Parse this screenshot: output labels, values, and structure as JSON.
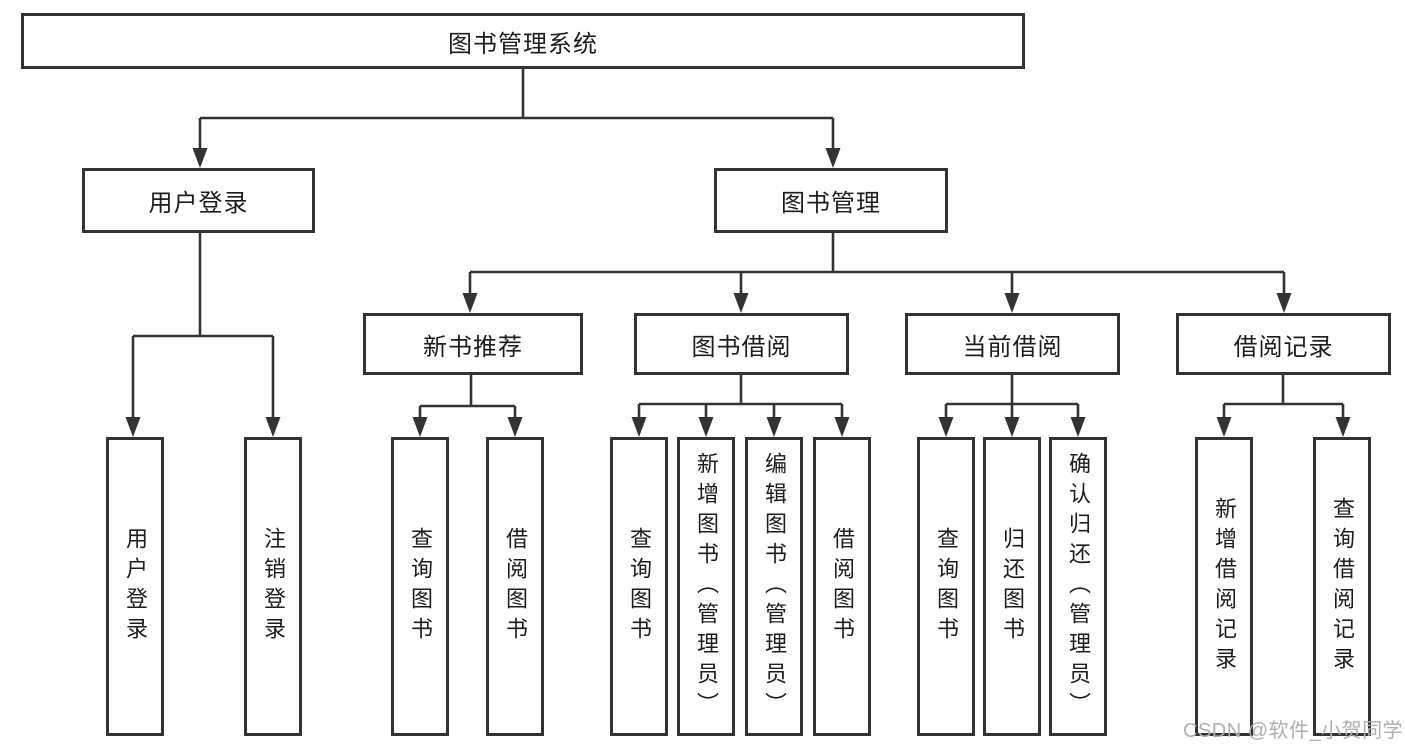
{
  "diagram": {
    "type": "hierarchy-tree",
    "orientation": "top-down",
    "colors": {
      "line": "#333333",
      "text": "#1d1d1d",
      "background": "#ffffff",
      "watermark": "#b0b0b0"
    }
  },
  "tree": {
    "label": "图书管理系统",
    "children": [
      {
        "label": "用户登录",
        "children": [
          {
            "label": "用户登录"
          },
          {
            "label": "注销登录"
          }
        ]
      },
      {
        "label": "图书管理",
        "children": [
          {
            "label": "新书推荐",
            "children": [
              {
                "label": "查询图书"
              },
              {
                "label": "借阅图书"
              }
            ]
          },
          {
            "label": "图书借阅",
            "children": [
              {
                "label": "查询图书"
              },
              {
                "label": "新增图书（管理员）"
              },
              {
                "label": "编辑图书（管理员）"
              },
              {
                "label": "借阅图书"
              }
            ]
          },
          {
            "label": "当前借阅",
            "children": [
              {
                "label": "查询图书"
              },
              {
                "label": "归还图书"
              },
              {
                "label": "确认归还（管理员）"
              }
            ]
          },
          {
            "label": "借阅记录",
            "children": [
              {
                "label": "新增借阅记录"
              },
              {
                "label": "查询借阅记录"
              }
            ]
          }
        ]
      }
    ]
  },
  "watermark": {
    "text": "CSDN @软件_小贺同学"
  }
}
